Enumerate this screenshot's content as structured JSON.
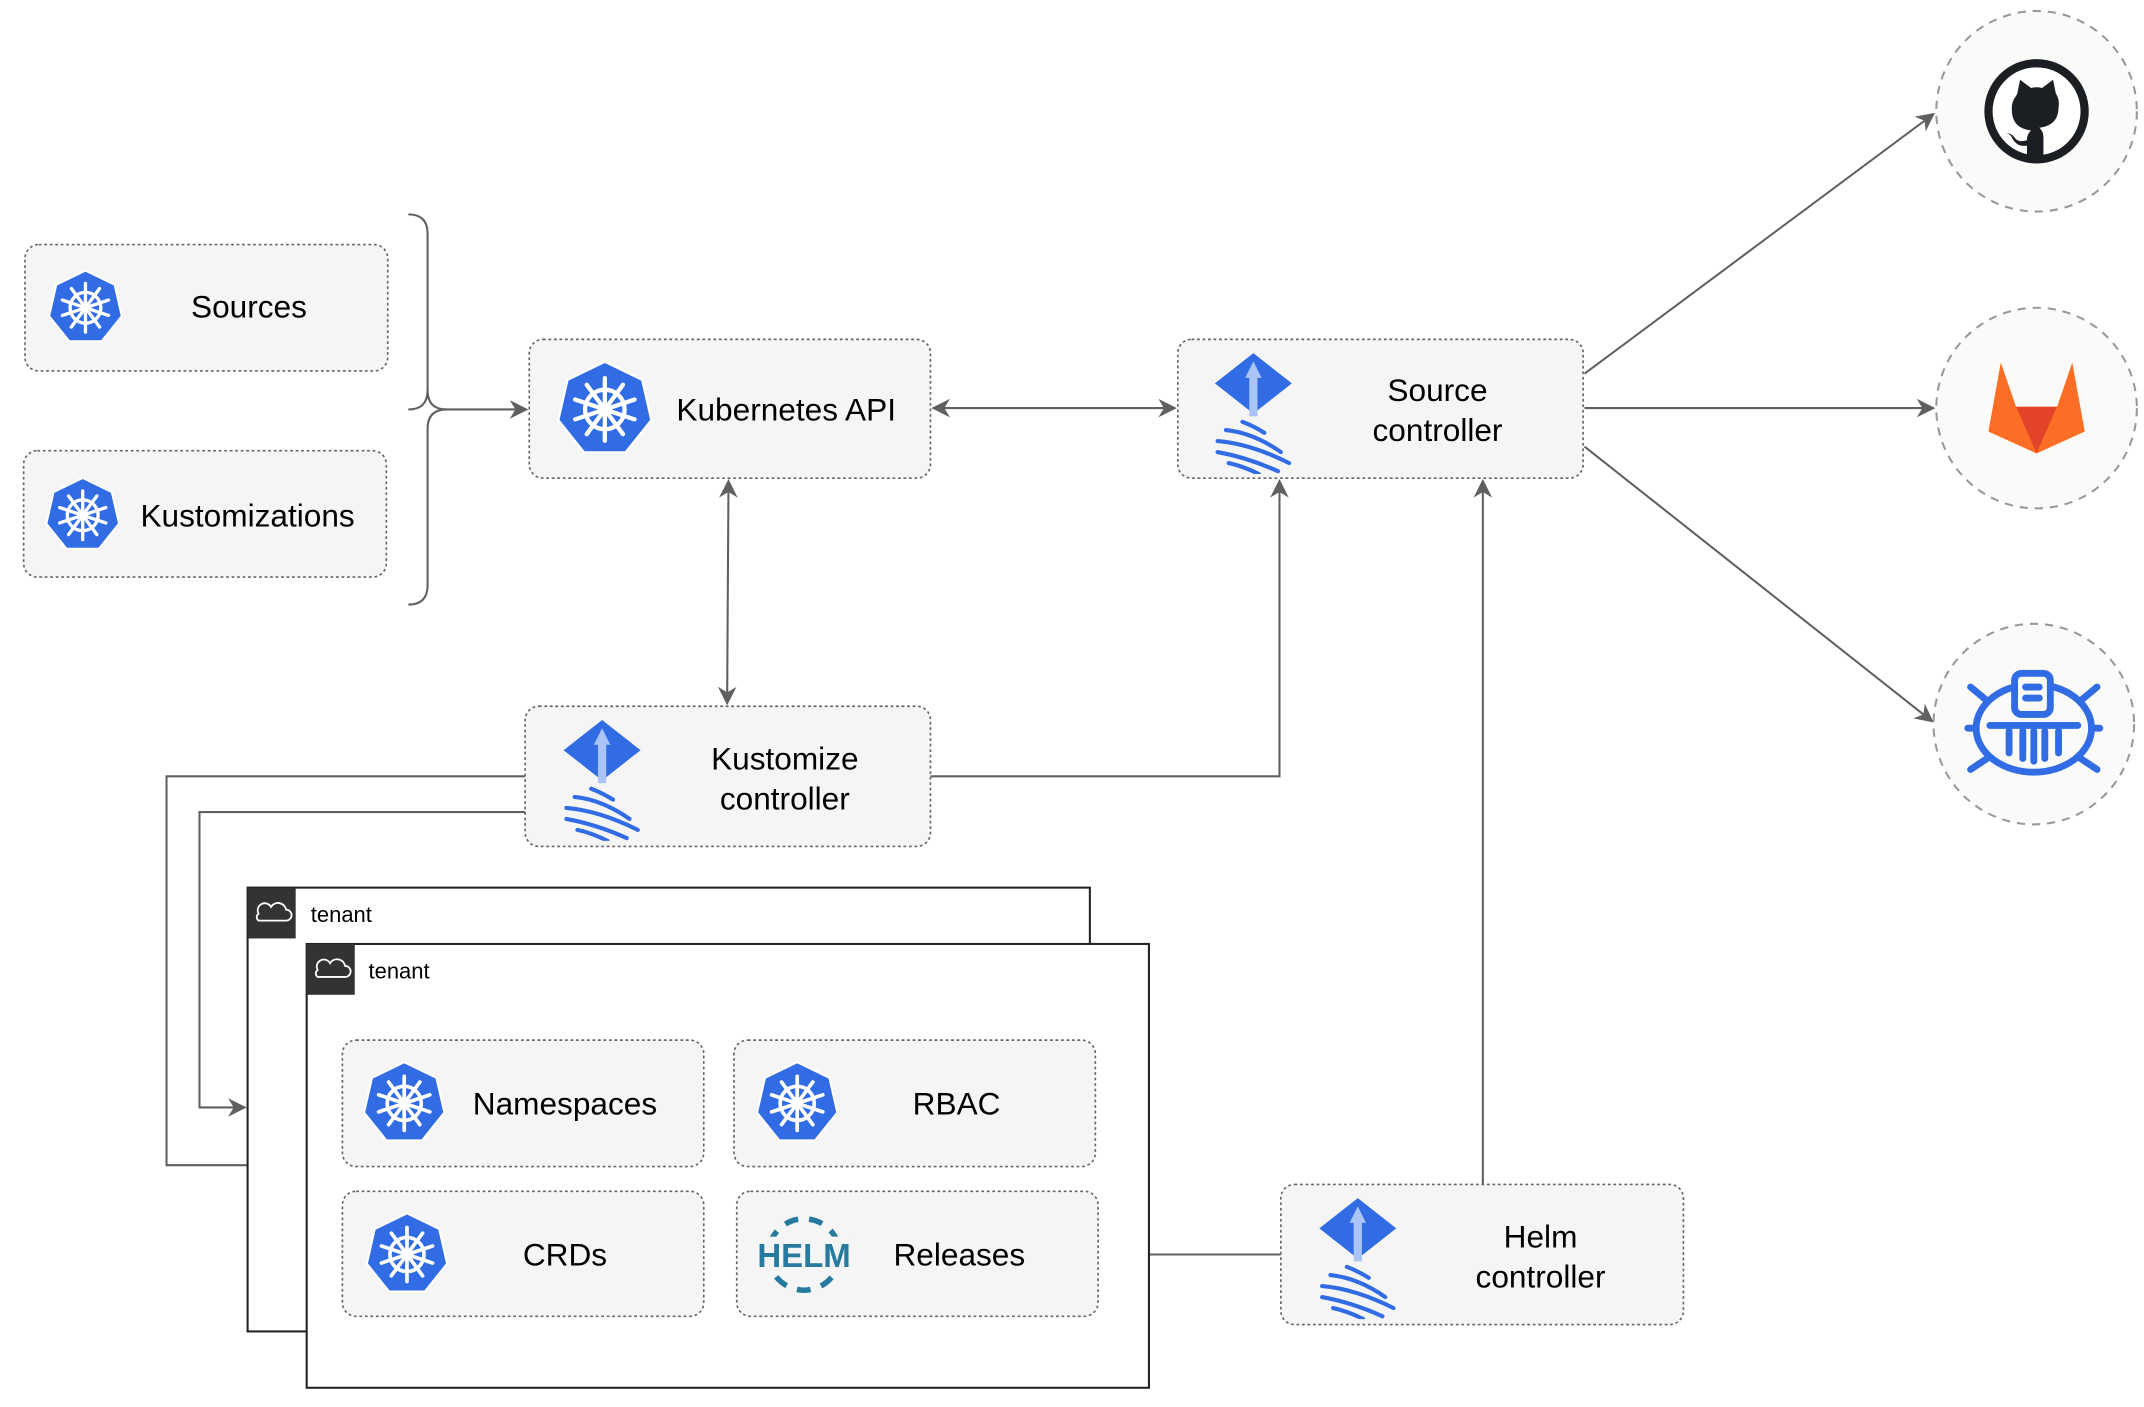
{
  "nodes": {
    "sources": "Sources",
    "kustomizations": "Kustomizations",
    "kubernetes_api": "Kubernetes API",
    "source_controller": [
      "Source",
      "controller"
    ],
    "kustomize_controller": [
      "Kustomize",
      "controller"
    ],
    "helm_controller": [
      "Helm",
      "controller"
    ],
    "namespaces": "Namespaces",
    "rbac": "RBAC",
    "crds": "CRDs",
    "releases": "Releases"
  },
  "tenants": [
    "tenant",
    "tenant"
  ],
  "external_sources": [
    {
      "icon": "github-icon"
    },
    {
      "icon": "gitlab-icon"
    },
    {
      "icon": "bucket-icon"
    }
  ],
  "icons": {
    "helm_logo_text": "HELM"
  },
  "colors": {
    "k8s_blue": "#326CE5",
    "edge": "#606060",
    "gitlab_orange": "#E24329",
    "helm_blue": "#277A9F",
    "github_dark": "#1B1F23"
  }
}
